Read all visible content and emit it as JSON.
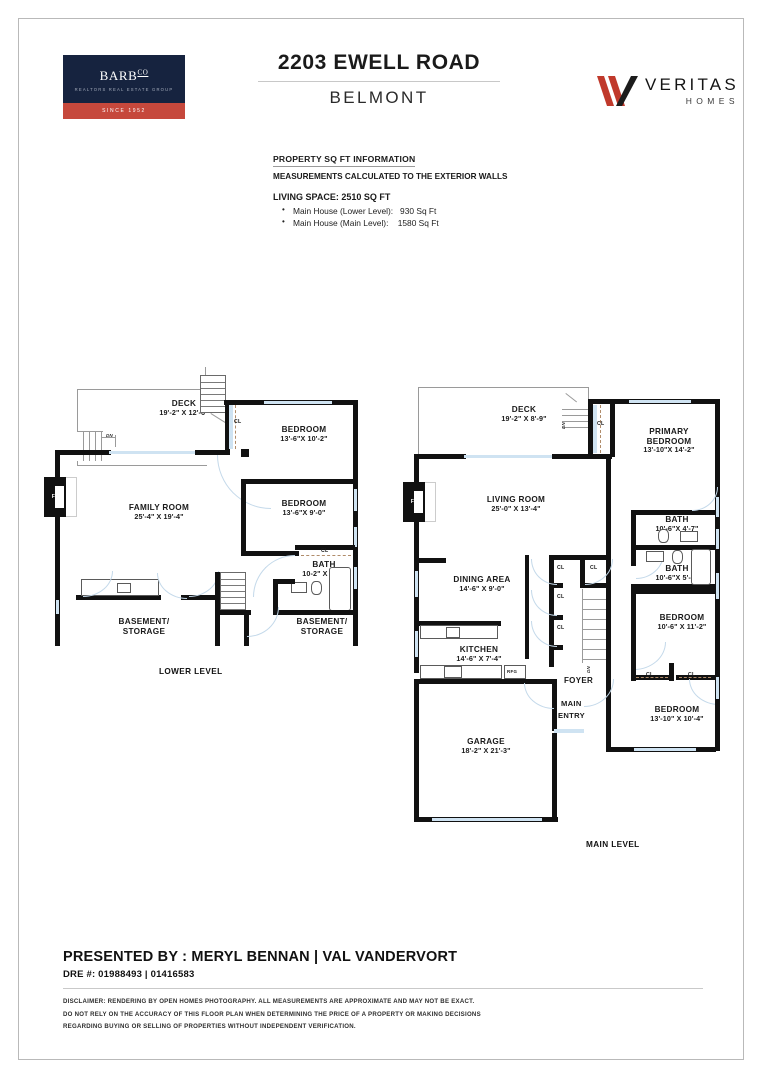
{
  "header": {
    "brand_logo": {
      "name": "BARB",
      "name_sup": "CO",
      "subtitle": "REALTORS REAL ESTATE GROUP",
      "band": "SINCE 1952"
    },
    "address": "2203 EWELL ROAD",
    "city": "BELMONT",
    "veritas": {
      "line1": "VERITAS",
      "line2": "HOMES",
      "mark_color": "#c0392b",
      "mark_color_dark": "#1c1c1c"
    },
    "info": {
      "heading": "PROPERTY SQ FT INFORMATION",
      "subheading": "MEASUREMENTS CALCULATED TO THE EXTERIOR WALLS",
      "living_space": "LIVING SPACE: 2510 SQ FT",
      "items": [
        "Main House (Lower Level):   930 Sq Ft",
        "Main House (Main Level):    1580 Sq Ft"
      ]
    }
  },
  "plans": {
    "lower": {
      "level_label": "LOWER LEVEL",
      "rooms": [
        {
          "name": "DECK",
          "dims": "19'-2\" X 12'-6\""
        },
        {
          "name": "BEDROOM",
          "dims": "13'-6\"X 10'-2\""
        },
        {
          "name": "BEDROOM",
          "dims": "13'-6\"X 9'-0\""
        },
        {
          "name": "FAMILY ROOM",
          "dims": "25'-4\" X 19'-4\""
        },
        {
          "name": "BATH",
          "dims": "10-2\" X 6'-4\""
        },
        {
          "name": "BASEMENT/",
          "dims": "STORAGE"
        },
        {
          "name": "BASEMENT/",
          "dims": "STORAGE"
        }
      ],
      "markers": {
        "fp": "FP",
        "cl": "CL",
        "dn": "DN"
      }
    },
    "main": {
      "level_label": "MAIN LEVEL",
      "rooms": [
        {
          "name": "DECK",
          "dims": "19'-2\" X 8'-9\""
        },
        {
          "name": "PRIMARY BEDROOM",
          "name1": "PRIMARY",
          "name2": "BEDROOM",
          "dims": "13'-10\"X 14'-2\""
        },
        {
          "name": "LIVING ROOM",
          "dims": "25'-0\" X 13'-4\""
        },
        {
          "name": "BATH",
          "dims": "10'-6\"X 4'-7\""
        },
        {
          "name": "BATH",
          "dims": "10'-6\"X 5'-0\""
        },
        {
          "name": "DINING AREA",
          "dims": "14'-6\" X 9'-0\""
        },
        {
          "name": "BEDROOM",
          "dims": "10'-6\" X 11'-2\""
        },
        {
          "name": "KITCHEN",
          "dims": "14'-6\" X 7'-4\""
        },
        {
          "name": "BEDROOM",
          "dims": "13'-10\" X 10'-4\""
        },
        {
          "name": "GARAGE",
          "dims": "18'-2\" X 21'-3\""
        }
      ],
      "markers": {
        "fp": "FP",
        "cl": "CL",
        "dn": "DN",
        "rfg": "RFG",
        "foyer": "FOYER",
        "main_entry_1": "MAIN",
        "main_entry_2": "ENTRY"
      }
    }
  },
  "footer": {
    "presented_by": "PRESENTED BY :  MERYL BENNAN | VAL VANDERVORT",
    "dre": "DRE #: 01988493 | 01416583",
    "disclaimer_lines": [
      "DISCLAIMER: RENDERING BY OPEN HOMES PHOTOGRAPHY. ALL MEASUREMENTS ARE APPROXIMATE AND MAY NOT BE EXACT.",
      "DO NOT RELY ON THE ACCURACY OF THIS FLOOR PLAN WHEN DETERMINING THE PRICE OF A PROPERTY OR MAKING DECISIONS",
      "REGARDING BUYING OR SELLING OF PROPERTIES WITHOUT INDEPENDENT VERIFICATION."
    ]
  }
}
